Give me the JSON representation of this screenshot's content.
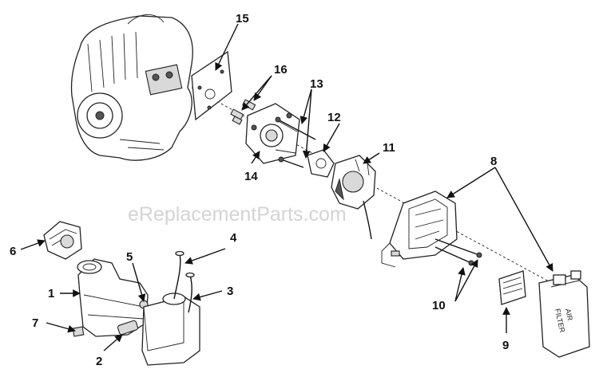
{
  "watermark": "eReplacementParts.com",
  "callouts": [
    {
      "id": "c15",
      "text": "15"
    },
    {
      "id": "c16",
      "text": "16"
    },
    {
      "id": "c13",
      "text": "13"
    },
    {
      "id": "c12",
      "text": "12"
    },
    {
      "id": "c11",
      "text": "11"
    },
    {
      "id": "c14",
      "text": "14"
    },
    {
      "id": "c8",
      "text": "8"
    },
    {
      "id": "c6",
      "text": "6"
    },
    {
      "id": "c5",
      "text": "5"
    },
    {
      "id": "c4",
      "text": "4"
    },
    {
      "id": "c3",
      "text": "3"
    },
    {
      "id": "c1",
      "text": "1"
    },
    {
      "id": "c7",
      "text": "7"
    },
    {
      "id": "c2",
      "text": "2"
    },
    {
      "id": "c10",
      "text": "10"
    },
    {
      "id": "c9",
      "text": "9"
    }
  ],
  "air_filter_label": [
    "AIR",
    "FILTER"
  ]
}
